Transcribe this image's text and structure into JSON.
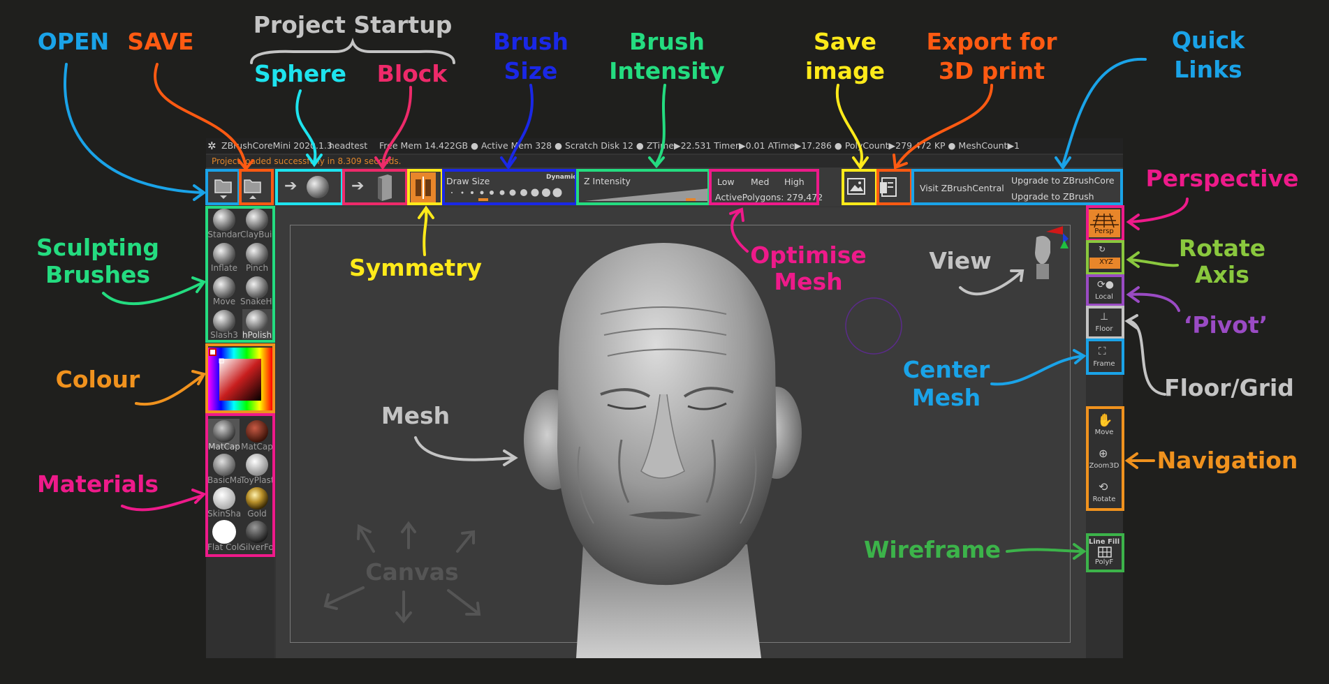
{
  "colors": {
    "open": "#1aa3e8",
    "save": "#ff5a12",
    "project_startup": "#c4c4c4",
    "sphere": "#1ee3ee",
    "block": "#ee2a6a",
    "brush_size": "#1a28e6",
    "brush_intensity": "#24dc80",
    "save_image": "#ffea1a",
    "export": "#ff5a12",
    "quick_links": "#1aa3e8",
    "sculpting": "#24dc80",
    "symmetry": "#ffea1a",
    "perspective": "#ee1a8a",
    "rotate_axis": "#8ac83e",
    "pivot": "#9a4bc4",
    "floor_grid": "#c4c4c4",
    "center_mesh": "#1aa3e8",
    "navigation": "#f0921e",
    "wireframe": "#3cb34a",
    "colour": "#f0921e",
    "materials": "#ee1a8a",
    "optimise": "#ee1a8a",
    "view": "#c4c4c4",
    "mesh": "#c4c4c4",
    "canvas": "#555555"
  },
  "labels": {
    "open": "OPEN",
    "save": "SAVE",
    "project_startup": "Project Startup",
    "sphere": "Sphere",
    "block": "Block",
    "brush_size_1": "Brush",
    "brush_size_2": "Size",
    "brush_intensity_1": "Brush",
    "brush_intensity_2": "Intensity",
    "save_image_1": "Save",
    "save_image_2": "image",
    "export_1": "Export for",
    "export_2": "3D print",
    "quick_links_1": "Quick",
    "quick_links_2": "Links",
    "sculpting_1": "Sculpting",
    "sculpting_2": "Brushes",
    "symmetry": "Symmetry",
    "perspective": "Perspective",
    "rotate_axis_1": "Rotate",
    "rotate_axis_2": "Axis",
    "pivot": "‘Pivot’",
    "floor_grid": "Floor/Grid",
    "center_mesh_1": "Center",
    "center_mesh_2": "Mesh",
    "navigation": "Navigation",
    "wireframe": "Wireframe",
    "colour": "Colour",
    "materials": "Materials",
    "optimise_1": "Optimise",
    "optimise_2": "Mesh",
    "view": "View",
    "mesh": "Mesh",
    "canvas": "Canvas"
  },
  "app": {
    "title": "ZBrushCoreMini 2020.1.3",
    "file": "headtest",
    "stats": "Free Mem 14.422GB ● Active Mem 328 ● Scratch Disk 12 ●  ZTime▶22.531 Timer▶0.01 ATime▶17.286 ● PolyCount▶279.472 KP  ● MeshCount▶1",
    "message": "Project loaded successfully in 8.309 seconds.",
    "draw_size": "Draw Size",
    "dynamic": "Dynamic",
    "z_intensity": "Z Intensity",
    "low": "Low",
    "med": "Med",
    "high": "High",
    "active_polygons": "ActivePolygons: 279,472",
    "visit": "Visit ZBrushCentral",
    "upgrade_core": "Upgrade to ZBrushCore",
    "upgrade_zbrush": "Upgrade to ZBrush",
    "brushes": [
      "Standar",
      "ClayBuil",
      "Inflate",
      "Pinch",
      "Move",
      "SnakeHo",
      "Slash3",
      "hPolish"
    ],
    "materials": [
      "MatCap",
      "MatCap",
      "BasicMa",
      "ToyPlast",
      "SkinSha",
      "Gold",
      "Flat Colo",
      "SilverFo"
    ],
    "right": {
      "persp": "Persp",
      "xyz": "XYZ",
      "local": "Local",
      "floor": "Floor",
      "frame": "Frame",
      "move": "Move",
      "zoom": "Zoom3D",
      "rotate": "Rotate",
      "linefill": "Line Fill",
      "polyf": "PolyF"
    }
  }
}
